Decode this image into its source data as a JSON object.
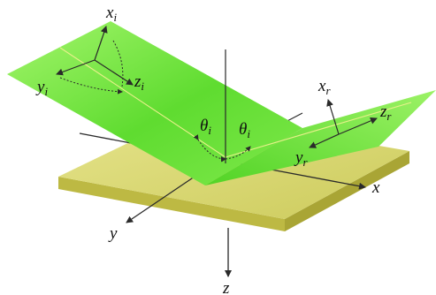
{
  "labels": {
    "x": "x",
    "y": "y",
    "z": "z",
    "xi_base": "x",
    "xi_sub": "i",
    "yi_base": "y",
    "yi_sub": "i",
    "zi_base": "z",
    "zi_sub": "i",
    "xr_base": "x",
    "xr_sub": "r",
    "yr_base": "y",
    "yr_sub": "r",
    "zr_base": "z",
    "zr_sub": "r",
    "theta_left_base": "θ",
    "theta_left_sub": "i",
    "theta_right_base": "θ",
    "theta_right_sub": "i"
  },
  "colors": {
    "plate_top": "#d8d870",
    "plate_side": "#c2bf4a",
    "plane_light": "#92f25a",
    "plane_dark": "#56d82a",
    "axis": "#2a2a2a",
    "crease": "#e8f08a"
  }
}
